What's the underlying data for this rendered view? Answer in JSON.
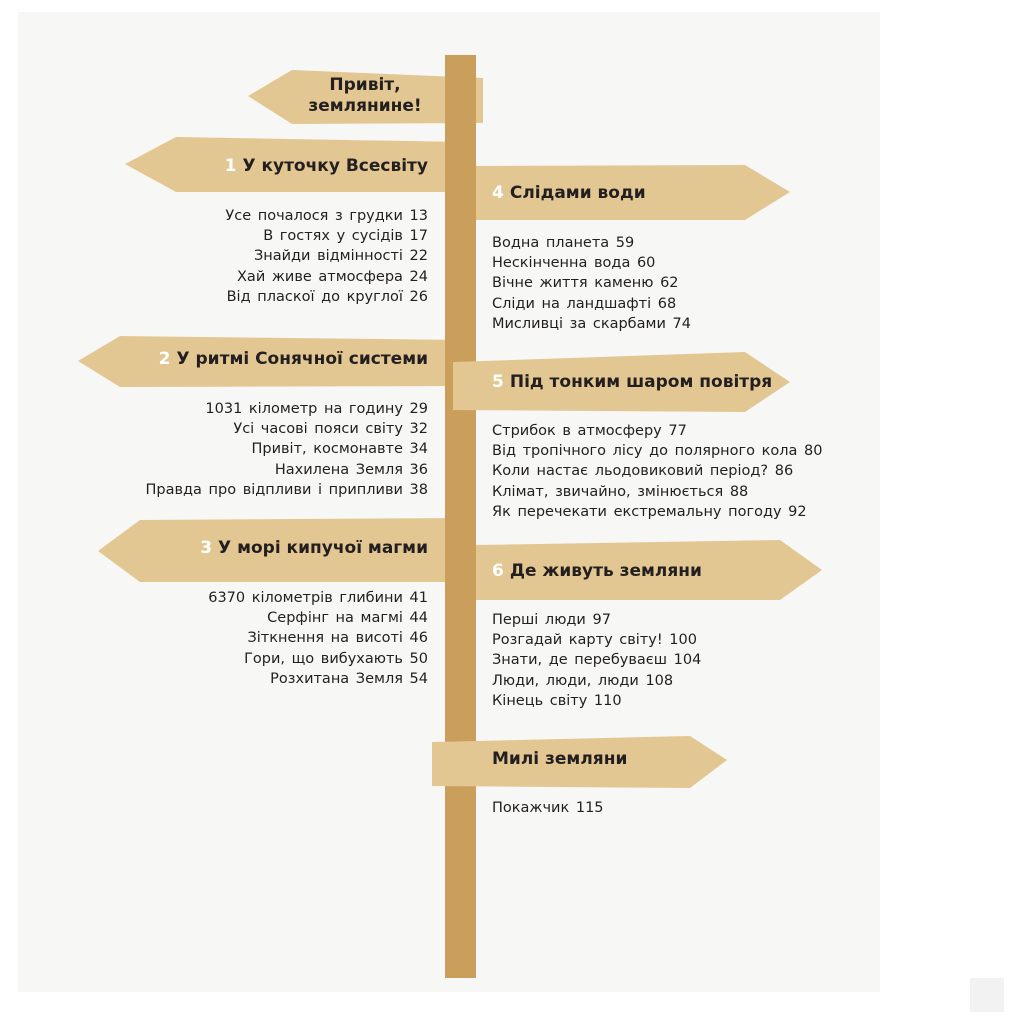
{
  "intro": {
    "line1": "Привіт,",
    "line2": "землянине!"
  },
  "chapters": [
    {
      "num": "1",
      "title": "У куточку Всесвіту",
      "items": [
        "Усе почалося з грудки 13",
        "В гостях у сусідів 17",
        "Знайди відмінності 22",
        "Хай живе атмосфера 24",
        "Від пласкої до круглої 26"
      ]
    },
    {
      "num": "2",
      "title": "У ритмі Сонячної системи",
      "items": [
        "1031 кілометр на годину 29",
        "Усі часові пояси світу 32",
        "Привіт, космонавте 34",
        "Нахилена Земля 36",
        "Правда про відпливи і припливи 38"
      ]
    },
    {
      "num": "3",
      "title": "У морі кипучої магми",
      "items": [
        "6370 кілометрів глибини 41",
        "Серфінг на магмі 44",
        "Зіткнення на висоті 46",
        "Гори, що вибухають 50",
        "Розхитана Земля 54"
      ]
    },
    {
      "num": "4",
      "title": "Слідами води",
      "items": [
        "Водна планета 59",
        "Нескінченна вода 60",
        "Вічне життя каменю 62",
        "Сліди на ландшафті 68",
        "Мисливці за скарбами 74"
      ]
    },
    {
      "num": "5",
      "title": "Під тонким шаром повітря",
      "items": [
        "Стрибок в атмосферу 77",
        "Від тропічного лісу до полярного кола 80",
        "Коли настає льодовиковий період? 86",
        "Клімат, звичайно, змінюється 88",
        "Як перечекати екстремальну погоду 92"
      ]
    },
    {
      "num": "6",
      "title": "Де живуть земляни",
      "items": [
        "Перші люди 97",
        "Розгадай карту світу! 100",
        "Знати, де перебуваєш 104",
        "Люди, люди, люди 108",
        "Кінець світу 110"
      ]
    }
  ],
  "closing": {
    "title": "Милі земляни",
    "items": [
      "Покажчик 115"
    ]
  },
  "colors": {
    "sign": "#e3c792",
    "post": "#c99f5b",
    "page": "#f7f7f6"
  }
}
